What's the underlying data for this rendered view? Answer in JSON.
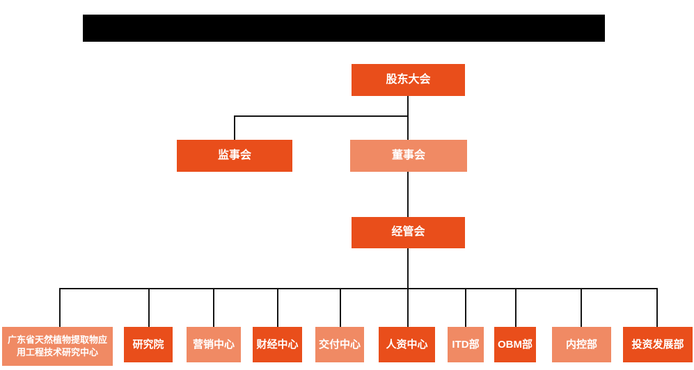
{
  "page": {
    "background_color": "#ffffff",
    "redacted_title": ""
  },
  "colors": {
    "node_primary": "#E94E1B",
    "node_secondary": "#F08A64",
    "node_text": "#FFFFFF",
    "connector": "#141414",
    "redacted_bar": "#000000"
  },
  "org": {
    "level1": [
      {
        "label": "股东大会",
        "variant": "primary",
        "reports_to": null
      }
    ],
    "level2": [
      {
        "label": "监事会",
        "variant": "primary",
        "reports_to": "股东大会"
      },
      {
        "label": "董事会",
        "variant": "secondary",
        "reports_to": "股东大会"
      }
    ],
    "level3": [
      {
        "label": "经管会",
        "variant": "primary",
        "reports_to": "董事会"
      }
    ],
    "level4": [
      {
        "label": "广东省天然植物提取物应用工程技术研究中心",
        "variant": "secondary",
        "reports_to": "经管会"
      },
      {
        "label": "研究院",
        "variant": "primary",
        "reports_to": "经管会"
      },
      {
        "label": "营销中心",
        "variant": "secondary",
        "reports_to": "经管会"
      },
      {
        "label": "财经中心",
        "variant": "primary",
        "reports_to": "经管会"
      },
      {
        "label": "交付中心",
        "variant": "secondary",
        "reports_to": "经管会"
      },
      {
        "label": "人资中心",
        "variant": "primary",
        "reports_to": "经管会"
      },
      {
        "label": "ITD部",
        "variant": "secondary",
        "reports_to": "经管会"
      },
      {
        "label": "OBM部",
        "variant": "primary",
        "reports_to": "经管会"
      },
      {
        "label": "内控部",
        "variant": "secondary",
        "reports_to": "经管会"
      },
      {
        "label": "投资发展部",
        "variant": "primary",
        "reports_to": "经管会"
      }
    ]
  }
}
